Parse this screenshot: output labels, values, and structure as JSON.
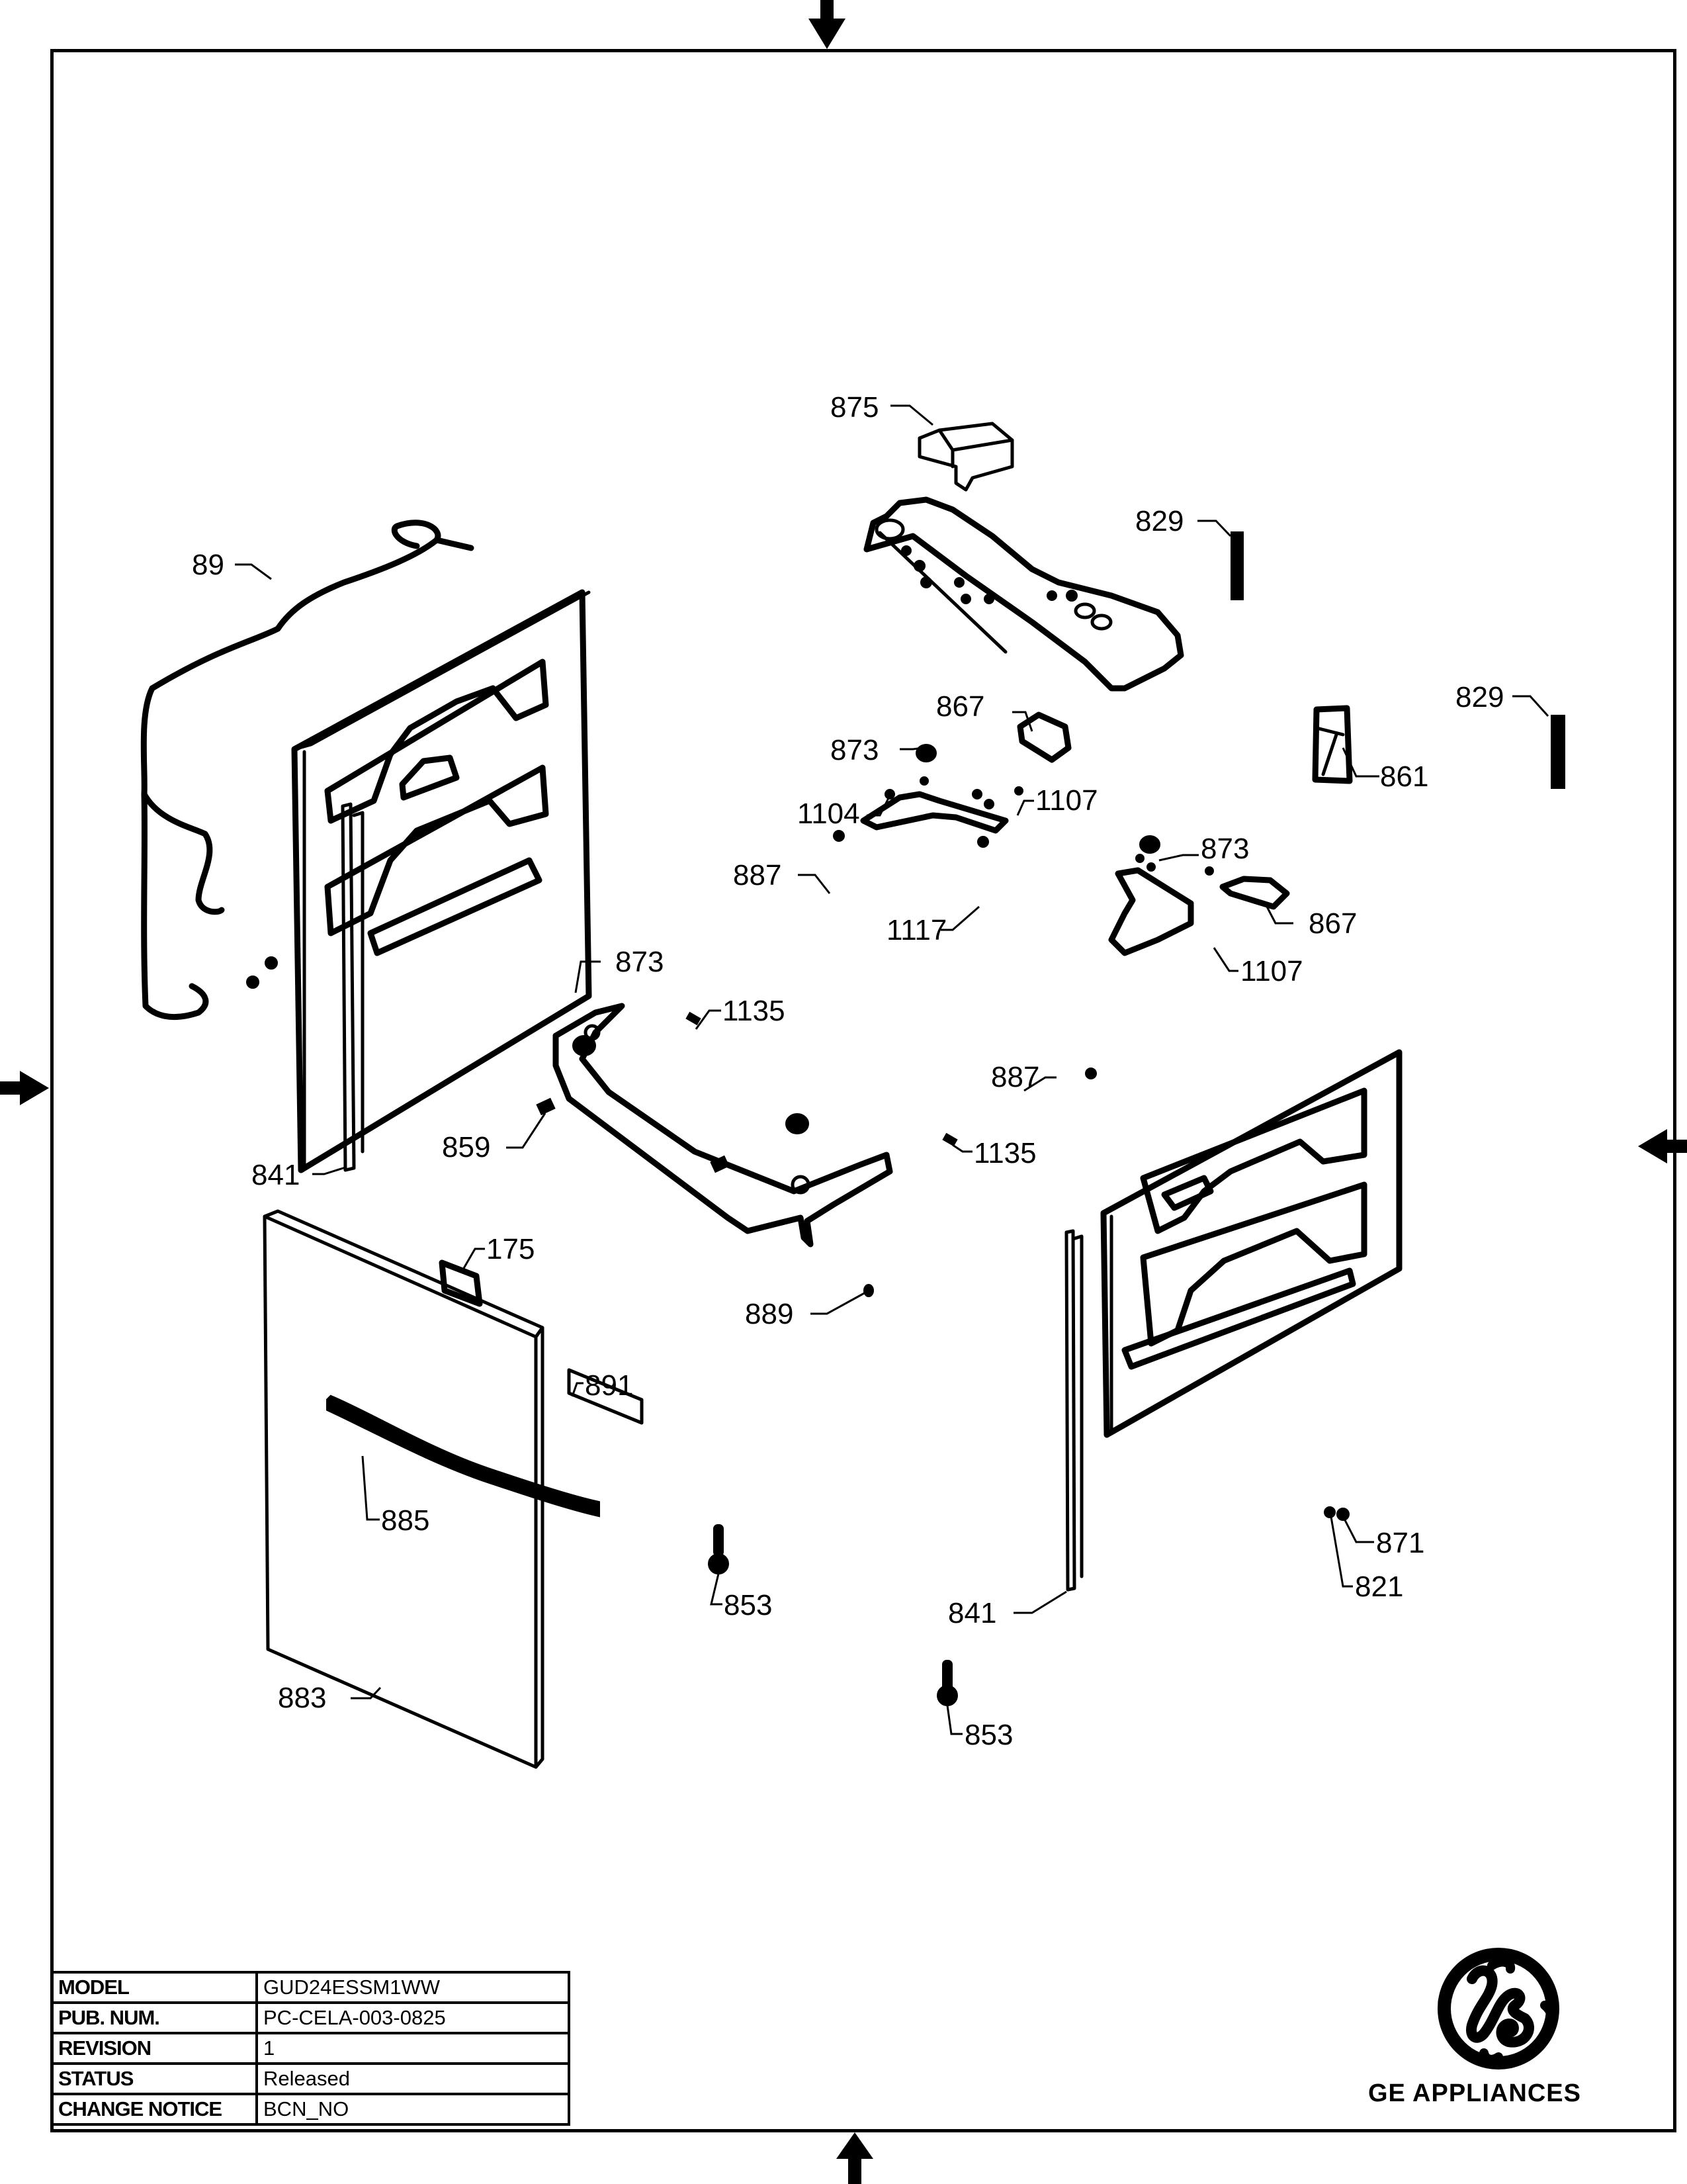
{
  "document": {
    "type": "exploded parts diagram",
    "brand": "GE APPLIANCES"
  },
  "title_block": {
    "rows": [
      {
        "key": "MODEL",
        "value": "GUD24ESSM1WW"
      },
      {
        "key": "PUB. NUM.",
        "value": "PC-CELA-003-0825"
      },
      {
        "key": "REVISION",
        "value": "1"
      },
      {
        "key": "STATUS",
        "value": "Released"
      },
      {
        "key": "CHANGE NOTICE",
        "value": "BCN_NO"
      }
    ]
  },
  "callouts": {
    "c875": "875",
    "c829a": "829",
    "c829b": "829",
    "c89": "89",
    "c867a": "867",
    "c873a": "873",
    "c1104": "1104",
    "c1107a": "1107",
    "c887a": "887",
    "c1117": "1117",
    "c861": "861",
    "c873b": "873",
    "c867b": "867",
    "c1107b": "1107",
    "c873c": "873",
    "c1135a": "1135",
    "c887b": "887",
    "c859": "859",
    "c841a": "841",
    "c1135b": "1135",
    "c175": "175",
    "c889": "889",
    "c891": "891",
    "c885": "885",
    "c871": "871",
    "c853a": "853",
    "c821": "821",
    "c841b": "841",
    "c883": "883",
    "c853b": "853"
  },
  "registration_marks": [
    "top-arrow",
    "bottom-arrow",
    "left-arrow",
    "right-arrow"
  ]
}
